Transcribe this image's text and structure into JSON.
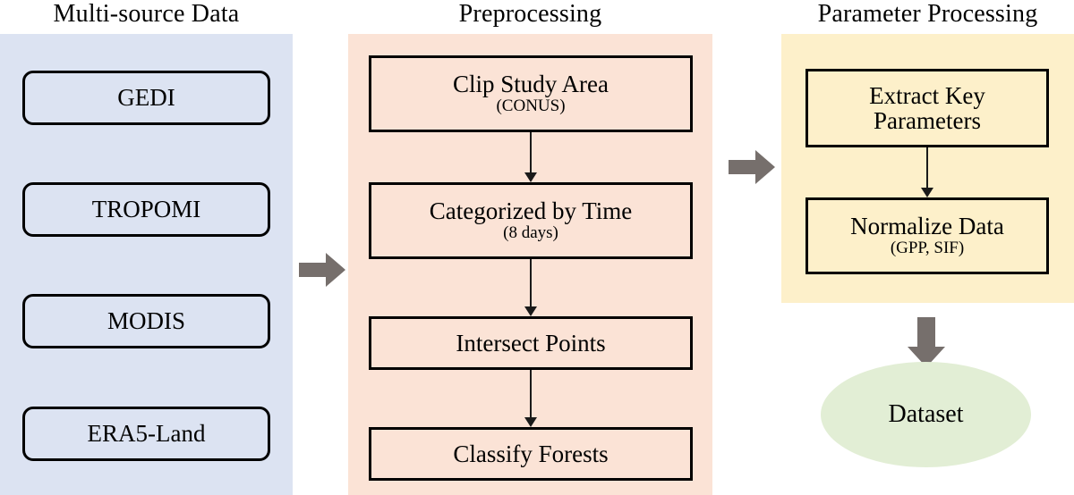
{
  "figure": {
    "type": "flowchart",
    "orientation": "left-to-right, three stages"
  },
  "colors": {
    "multi_source_panel": "#dce3f2",
    "preprocessing_panel": "#fbe3d6",
    "parameter_panel": "#fdf0ca",
    "dataset_ellipse": "#e2eed5",
    "block_arrow": "#766f6c",
    "node_border": "#000000",
    "connector": "#1a1a1a",
    "background": "#ffffff"
  },
  "columns": {
    "multi_source": {
      "title": "Multi-source Data",
      "nodes": [
        {
          "label": "GEDI"
        },
        {
          "label": "TROPOMI"
        },
        {
          "label": "MODIS"
        },
        {
          "label": "ERA5-Land"
        }
      ]
    },
    "preprocessing": {
      "title": "Preprocessing",
      "nodes": [
        {
          "label": "Clip Study Area",
          "sublabel": "(CONUS)"
        },
        {
          "label": "Categorized by Time",
          "sublabel": "(8 days)"
        },
        {
          "label": "Intersect Points",
          "sublabel": ""
        },
        {
          "label": "Classify Forests",
          "sublabel": ""
        }
      ]
    },
    "parameter_processing": {
      "title": "Parameter Processing",
      "nodes": [
        {
          "label": "Extract Key Parameters",
          "sublabel": ""
        },
        {
          "label": "Normalize Data",
          "sublabel": "(GPP, SIF)"
        }
      ]
    }
  },
  "output": {
    "label": "Dataset"
  },
  "arrows": {
    "stage1_to_stage2": "arrow-right-icon",
    "stage2_to_stage3": "arrow-right-icon",
    "stage3_to_output": "arrow-down-icon",
    "internal": "arrow-down-icon"
  }
}
